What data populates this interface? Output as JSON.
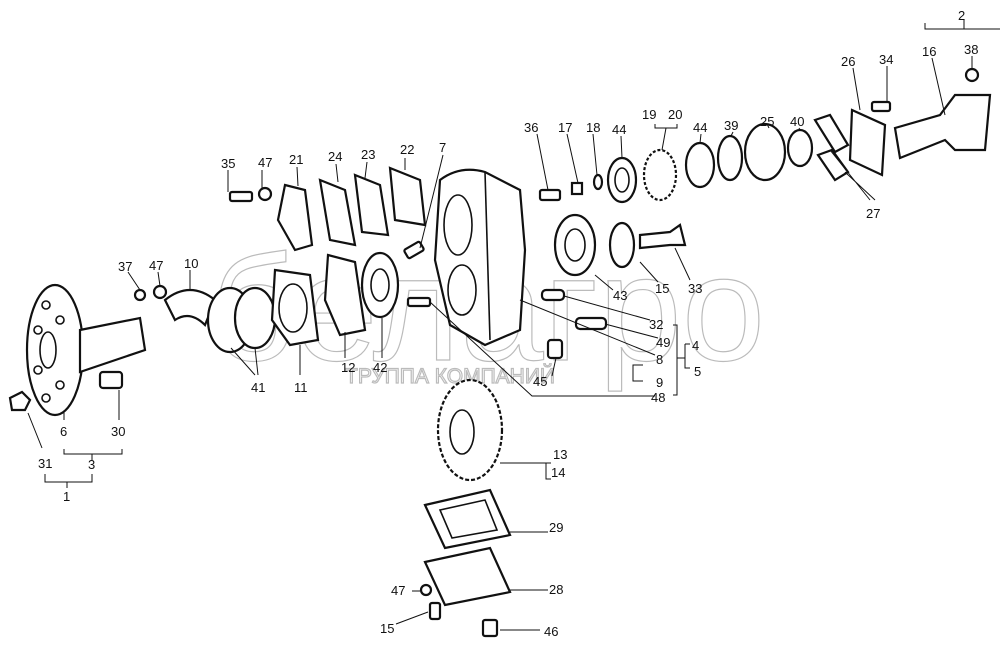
{
  "diagram": {
    "title": "Exploded view of power take-off gearbox assembly",
    "watermark": {
      "brand": "белагро",
      "subtitle": "ТРУППА КОМПАНИЙ"
    },
    "labels": [
      "2",
      "38",
      "16",
      "26",
      "34",
      "36",
      "17",
      "18",
      "44",
      "19",
      "20",
      "44",
      "39",
      "25",
      "40",
      "27",
      "43",
      "15",
      "33",
      "32",
      "49",
      "8",
      "9",
      "48",
      "4",
      "5",
      "45",
      "7",
      "22",
      "23",
      "24",
      "21",
      "47",
      "35",
      "37",
      "47",
      "10",
      "41",
      "11",
      "12",
      "42",
      "13",
      "14",
      "29",
      "28",
      "47",
      "15",
      "46",
      "6",
      "30",
      "3",
      "31",
      "1"
    ]
  }
}
